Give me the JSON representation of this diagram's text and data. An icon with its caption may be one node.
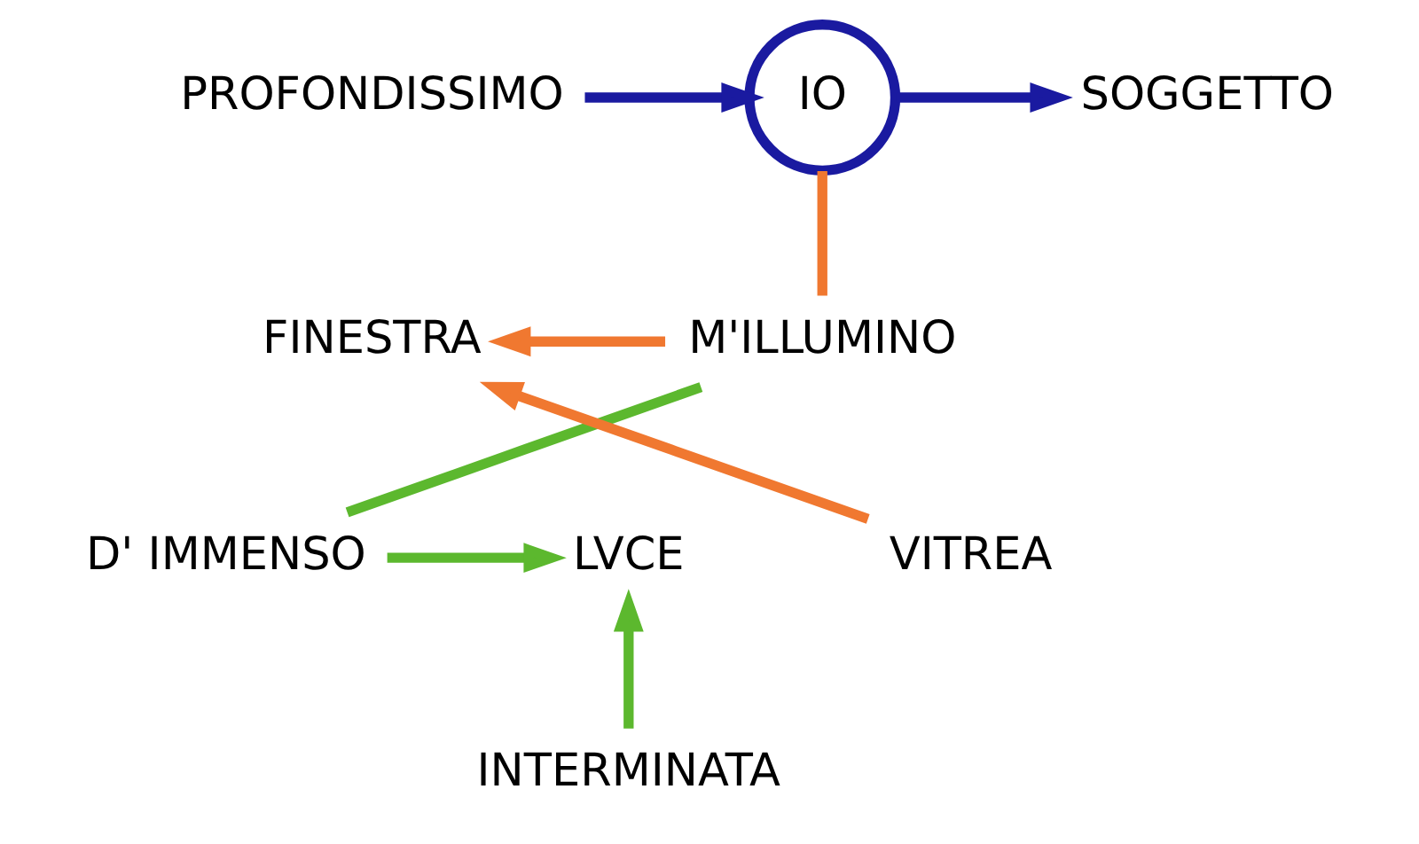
{
  "diagram": {
    "nodes": [
      {
        "text": [
          "SOGGETTO"
        ]
      },
      {
        "text": [
          "IO"
        ]
      },
      {
        "text": [
          "PROFONDISSIMO"
        ]
      },
      {
        "text": [
          "M'ILLUMINO"
        ]
      },
      {
        "text": [
          "FINESTRA"
        ]
      },
      {
        "text": [
          "LVCE"
        ]
      },
      {
        "text": [
          "D' IMMENSO"
        ]
      },
      {
        "text": [
          "VITREA"
        ]
      },
      {
        "text": [
          "INTERMINATA"
        ]
      }
    ],
    "edges": [
      {
        "from": 1,
        "to": 0,
        "arrow": "to",
        "color": "#1a1aa0"
      },
      {
        "from": 2,
        "to": 1,
        "arrow": "to",
        "color": "#1a1aa0"
      },
      {
        "from": 1,
        "to": 3,
        "arrow": "none",
        "color": "#f07830"
      },
      {
        "from": 3,
        "to": 4,
        "arrow": "to",
        "color": "#f07830"
      },
      {
        "from": 3,
        "to": 6,
        "arrow": "none",
        "color": "#5cb82e"
      },
      {
        "from": 6,
        "to": 5,
        "arrow": "to",
        "color": "#5cb82e"
      },
      {
        "from": 7,
        "to": 4,
        "arrow": "to",
        "color": "#f07830"
      },
      {
        "from": 8,
        "to": 5,
        "arrow": "to",
        "color": "#5cb82e"
      }
    ]
  }
}
